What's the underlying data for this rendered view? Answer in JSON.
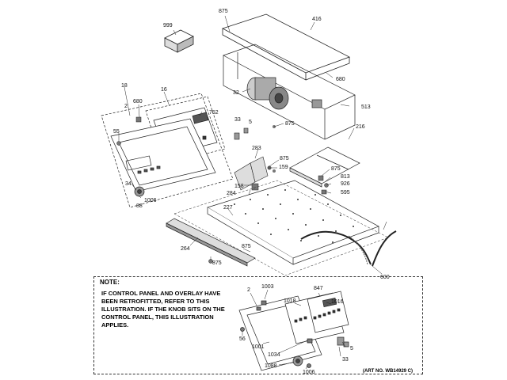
{
  "labels": [
    "875",
    "416",
    "999",
    "680",
    "32",
    "513",
    "18",
    "16",
    "2",
    "680",
    "752",
    "55",
    "33",
    "5",
    "875",
    "216",
    "283",
    "875",
    "159",
    "158",
    "284",
    "875",
    "813",
    "926",
    "595",
    "34",
    "88",
    "1006",
    "227",
    "875",
    "264",
    "875",
    "600"
  ],
  "note": {
    "title": "NOTE:",
    "lines": [
      "IF CONTROL PANEL AND OVERLAY HAVE",
      "BEEN RETROFITTED, REFER TO THIS",
      "ILLUSTRATION. IF THE KNOB SITS ON THE",
      "CONTROL PANEL, THIS ILLUSTRATION",
      "APPLIES."
    ]
  },
  "inset_labels": [
    "2",
    "1003",
    "847",
    "1018",
    "1016",
    "56",
    "1001",
    "5",
    "33",
    "1034",
    "1088",
    "1006"
  ],
  "art_number": "(ART NO. WB14929 C)"
}
